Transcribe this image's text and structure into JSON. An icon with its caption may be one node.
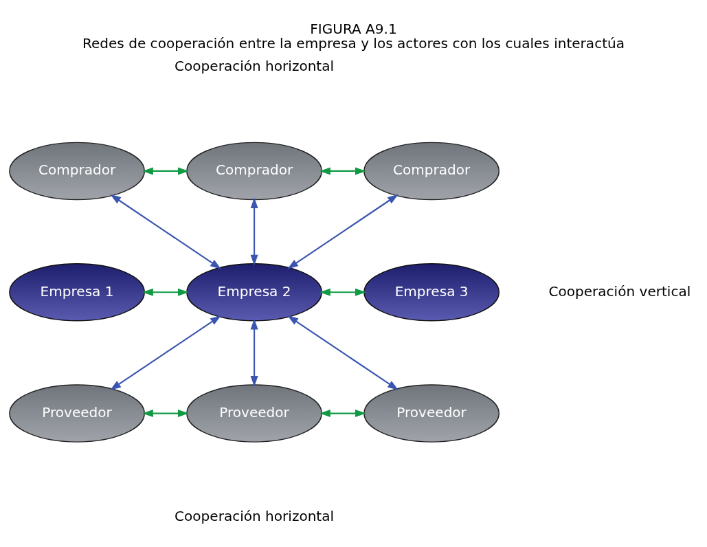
{
  "diagram": {
    "title": "FIGURA A9.1",
    "caption": "Redes de cooperación entre la empresa y los actores con los cuales interactúa",
    "nodes": [
      {
        "text": [
          "Comprador"
        ]
      },
      {
        "text": [
          "Comprador"
        ]
      },
      {
        "text": [
          "Comprador"
        ]
      },
      {
        "text": [
          "Empresa 1"
        ]
      },
      {
        "text": [
          "Empresa 2"
        ]
      },
      {
        "text": [
          "Empresa 3"
        ]
      },
      {
        "text": [
          "Proveedor"
        ]
      },
      {
        "text": [
          "Proveedor"
        ]
      },
      {
        "text": [
          "Proveedor"
        ]
      }
    ],
    "edges": [
      {
        "from": 0,
        "to": 1,
        "arrow": "both"
      },
      {
        "from": 1,
        "to": 2,
        "arrow": "both"
      },
      {
        "from": 0,
        "to": 4,
        "arrow": "both",
        "color": "#3b55b0"
      },
      {
        "from": 1,
        "to": 4,
        "arrow": "both",
        "color": "#3b55b0"
      },
      {
        "from": 2,
        "to": 4,
        "arrow": "both",
        "color": "#3b55b0"
      },
      {
        "from": 3,
        "to": 4,
        "arrow": "both"
      },
      {
        "from": 4,
        "to": 5,
        "arrow": "both"
      },
      {
        "from": 4,
        "to": 6,
        "arrow": "both",
        "color": "#3b55b0"
      },
      {
        "from": 4,
        "to": 7,
        "arrow": "both",
        "color": "#3b55b0"
      },
      {
        "from": 4,
        "to": 8,
        "arrow": "both",
        "color": "#3b55b0"
      },
      {
        "from": 6,
        "to": 7,
        "arrow": "both"
      },
      {
        "from": 7,
        "to": 8,
        "arrow": "both"
      }
    ],
    "labels": [
      "Cooperación horizontal",
      "Cooperación vertical",
      "Cooperación horizontal"
    ]
  }
}
